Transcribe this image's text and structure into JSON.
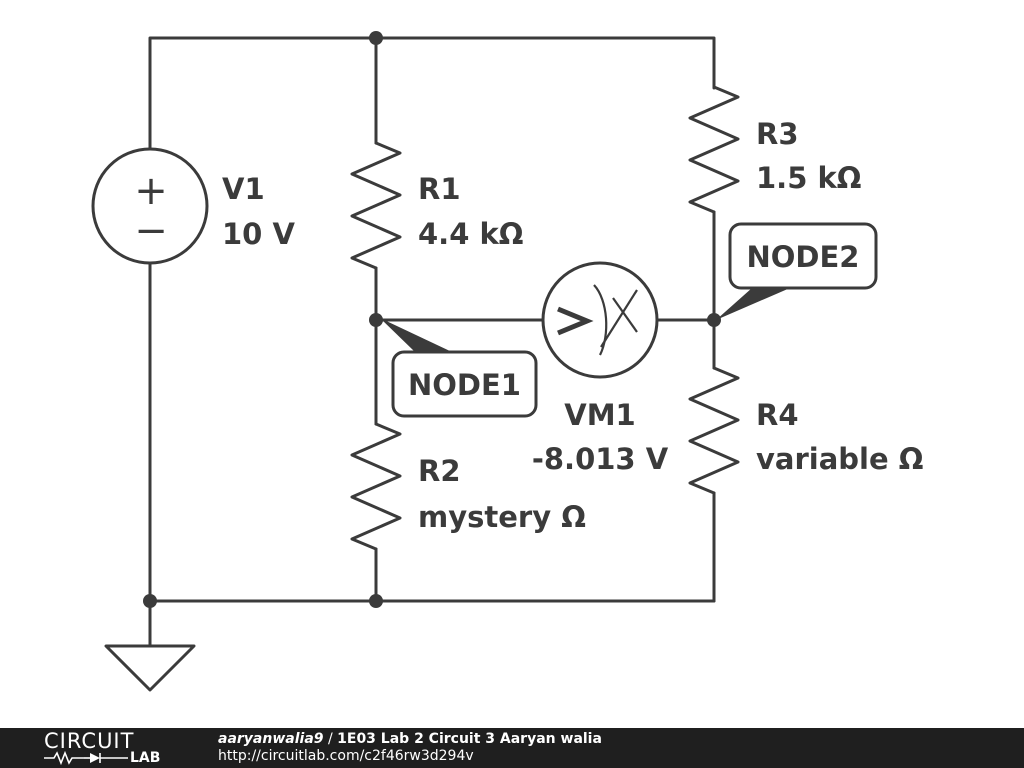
{
  "diagram": {
    "components": {
      "v1": {
        "name": "V1",
        "value": "10 V",
        "plus": "+",
        "minus": "−"
      },
      "r1": {
        "name": "R1",
        "value": "4.4 kΩ"
      },
      "r2": {
        "name": "R2",
        "value": "mystery Ω"
      },
      "r3": {
        "name": "R3",
        "value": "1.5 kΩ"
      },
      "r4": {
        "name": "R4",
        "value": "variable Ω"
      },
      "vm1": {
        "name": "VM1",
        "value": "-8.013 V",
        "glyph": ">"
      }
    },
    "nodes": {
      "node1": "NODE1",
      "node2": "NODE2"
    },
    "colors": {
      "ink": "#3b3b3b",
      "footer_bg": "#1f1f1f",
      "footer_text": "#ffffff"
    }
  },
  "footer": {
    "logo_top": "CIRCUIT",
    "logo_bottom": "LAB",
    "author": "aaryanwalia9",
    "separator": " / ",
    "title": "1E03 Lab 2 Circuit 3 Aaryan walia",
    "url": "http://circuitlab.com/c2f46rw3d294v"
  }
}
